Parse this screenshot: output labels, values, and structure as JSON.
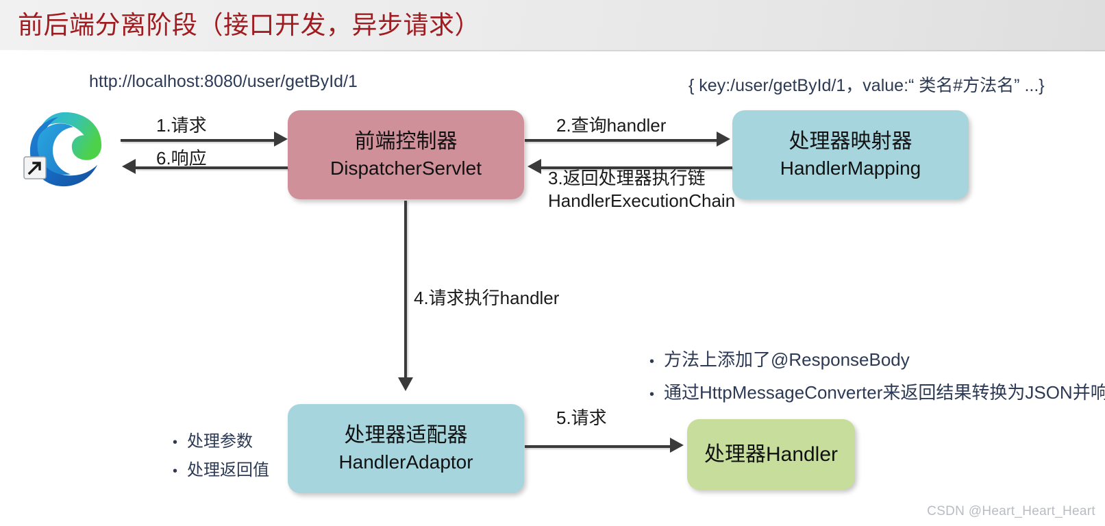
{
  "page": {
    "title": "前后端分离阶段（接口开发，异步请求）",
    "title_color": "#a01c20",
    "background": "#ffffff",
    "watermark": "CSDN @Heart_Heart_Heart"
  },
  "annotations": {
    "request_url": "http://localhost:8080/user/getById/1",
    "mapping_entry": "{ key:/user/getById/1，value:“ 类名#方法名” ...}"
  },
  "nodes": [
    {
      "id": "dispatcher",
      "cn": "前端控制器",
      "en": "DispatcherServlet",
      "color": "#cf909a"
    },
    {
      "id": "handler-mapping",
      "cn": "处理器映射器",
      "en": "HandlerMapping",
      "color": "#a6d5dd"
    },
    {
      "id": "handler-adaptor",
      "cn": "处理器适配器",
      "en": "HandlerAdaptor",
      "color": "#a6d5dd"
    },
    {
      "id": "handler",
      "cn": "处理器Handler",
      "color": "#c6dd9c"
    }
  ],
  "flows": [
    {
      "id": "1",
      "label": "1.请求"
    },
    {
      "id": "6",
      "label": "6.响应"
    },
    {
      "id": "2",
      "label": "2.查询handler"
    },
    {
      "id": "3",
      "label": "3.返回处理器执行链",
      "label2": "HandlerExecutionChain"
    },
    {
      "id": "4",
      "label": "4.请求执行handler"
    },
    {
      "id": "5",
      "label": "5.请求"
    }
  ],
  "adaptor_notes": [
    "处理参数",
    "处理返回值"
  ],
  "handler_notes": [
    "方法上添加了@ResponseBody",
    "通过HttpMessageConverter来返回结果转换为JSON并响应"
  ],
  "icons": {
    "browser": "edge-browser-icon",
    "shortcut": "shortcut-arrow-icon",
    "bullet": "•"
  }
}
